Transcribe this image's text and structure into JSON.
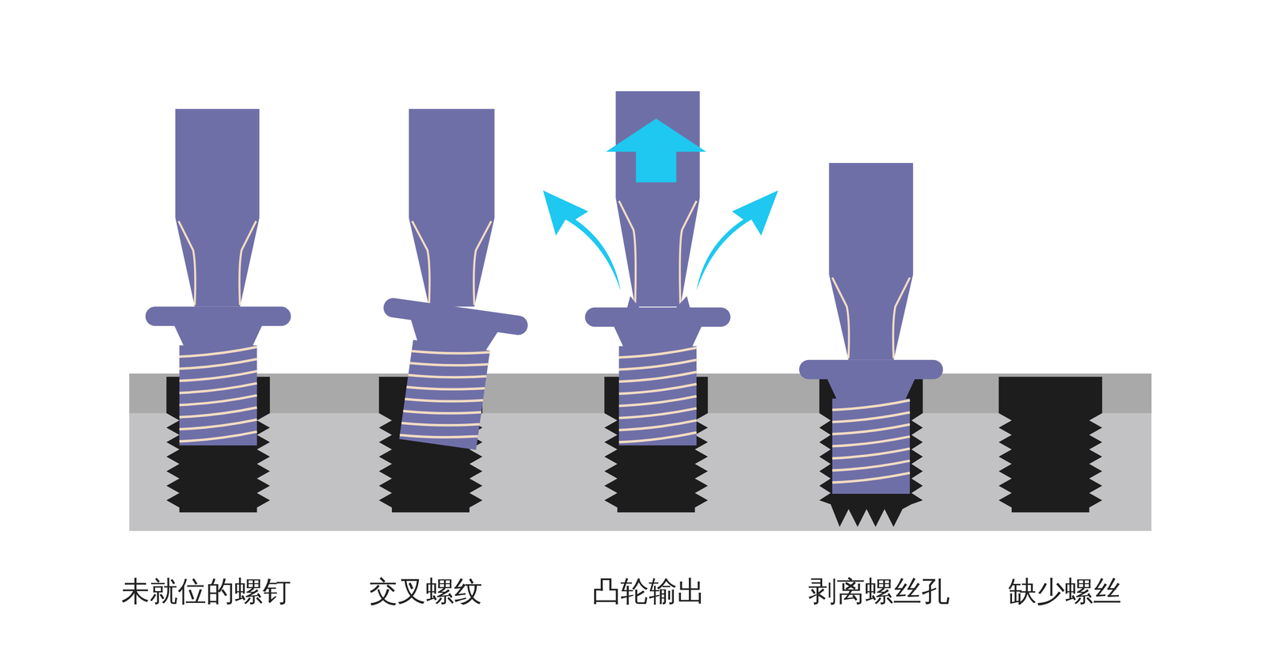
{
  "diagram": {
    "labels": [
      "未就位的螺钉",
      "交叉螺纹",
      "凸轮输出",
      "剥离螺丝孔",
      "缺少螺丝"
    ]
  }
}
